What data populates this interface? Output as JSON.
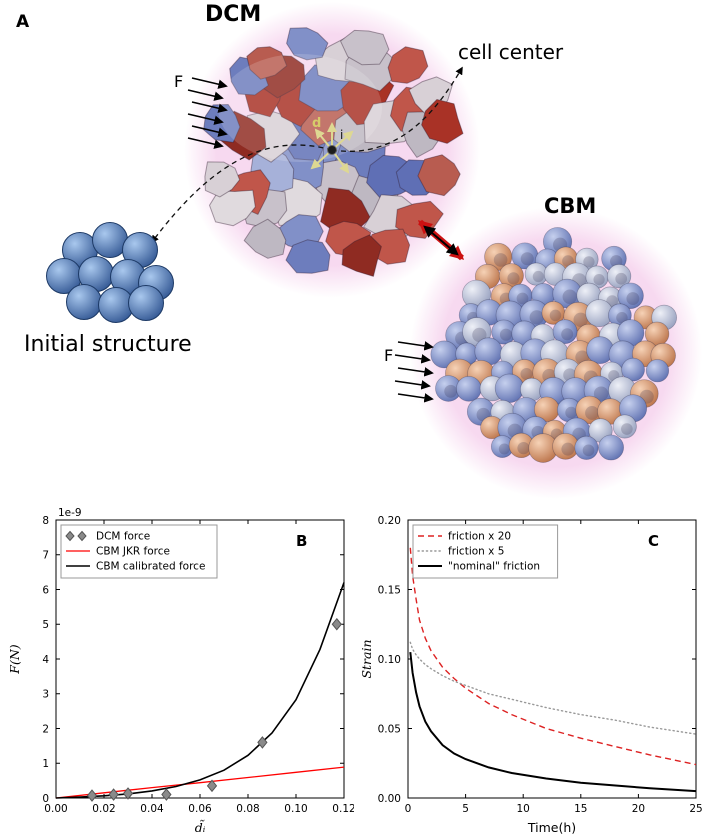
{
  "panelA": {
    "label": "A",
    "dcm_title": "DCM",
    "cbm_title": "CBM",
    "cell_center": "cell center",
    "initial_structure": "Initial structure",
    "force_dcm": "F",
    "force_cbm": "F",
    "displacement": "d",
    "cell_index": "i"
  },
  "chart_data": [
    {
      "id": "B",
      "type": "line",
      "panel_label": "B",
      "xlabel": "d̃ᵢ",
      "xlabel_italic": true,
      "ylabel": "F(N)",
      "offset_text": "1e-9",
      "xlim": [
        0,
        0.12
      ],
      "ylim": [
        0,
        8
      ],
      "xtick_vals": [
        0,
        0.02,
        0.04,
        0.06,
        0.08,
        0.1,
        0.12
      ],
      "xtick_labels": [
        "0.00",
        "0.02",
        "0.04",
        "0.06",
        "0.08",
        "0.10",
        "0.12"
      ],
      "ytick_vals": [
        0,
        1,
        2,
        3,
        4,
        5,
        6,
        7,
        8
      ],
      "ytick_labels": [
        "0",
        "1",
        "2",
        "3",
        "4",
        "5",
        "6",
        "7",
        "8"
      ],
      "legend_position": "upper-left",
      "series": [
        {
          "name": "DCM force",
          "type": "scatter",
          "marker": "diamond",
          "color": "#8a8a8a",
          "x": [
            0.015,
            0.024,
            0.03,
            0.046,
            0.065,
            0.086,
            0.117
          ],
          "y": [
            0.07,
            0.1,
            0.13,
            0.1,
            0.35,
            1.6,
            5.0
          ]
        },
        {
          "name": "CBM  JKR  force",
          "type": "line",
          "dash": "solid",
          "color": "#ff0000",
          "width": 1.3,
          "x": [
            0,
            0.02,
            0.04,
            0.06,
            0.08,
            0.1,
            0.12
          ],
          "y": [
            0,
            0.15,
            0.3,
            0.44,
            0.59,
            0.74,
            0.89
          ]
        },
        {
          "name": "CBM calibrated force",
          "type": "line",
          "dash": "solid",
          "color": "#000000",
          "width": 1.6,
          "x": [
            0,
            0.01,
            0.02,
            0.03,
            0.04,
            0.05,
            0.06,
            0.07,
            0.08,
            0.09,
            0.1,
            0.11,
            0.12
          ],
          "y": [
            0,
            0.025,
            0.063,
            0.118,
            0.205,
            0.33,
            0.52,
            0.8,
            1.23,
            1.87,
            2.83,
            4.28,
            6.2
          ]
        }
      ]
    },
    {
      "id": "C",
      "type": "line",
      "panel_label": "C",
      "xlabel": "Time(h)",
      "xlabel_italic": false,
      "ylabel": "Strain",
      "offset_text": "",
      "xlim": [
        0,
        25
      ],
      "ylim": [
        0,
        0.2
      ],
      "xtick_vals": [
        0,
        5,
        10,
        15,
        20,
        25
      ],
      "xtick_labels": [
        "0",
        "5",
        "10",
        "15",
        "20",
        "25"
      ],
      "ytick_vals": [
        0,
        0.05,
        0.1,
        0.15,
        0.2
      ],
      "ytick_labels": [
        "0.00",
        "0.05",
        "0.10",
        "0.15",
        "0.20"
      ],
      "legend_position": "upper-left",
      "series": [
        {
          "name": "friction x 20",
          "type": "line",
          "dash": "dashed",
          "color": "#dd2222",
          "width": 1.4,
          "x": [
            0.2,
            0.4,
            0.7,
            1,
            1.5,
            2,
            3,
            4,
            5,
            7,
            9,
            12,
            15,
            18,
            21,
            25
          ],
          "y": [
            0.18,
            0.16,
            0.143,
            0.128,
            0.115,
            0.106,
            0.094,
            0.086,
            0.079,
            0.068,
            0.06,
            0.05,
            0.043,
            0.037,
            0.031,
            0.024
          ]
        },
        {
          "name": "friction x 5",
          "type": "line",
          "dash": "dotted",
          "color": "#999999",
          "width": 1.4,
          "x": [
            0.2,
            0.4,
            0.7,
            1,
            1.5,
            2,
            3,
            4,
            5,
            7,
            9,
            12,
            15,
            18,
            21,
            25
          ],
          "y": [
            0.112,
            0.107,
            0.103,
            0.1,
            0.096,
            0.093,
            0.088,
            0.084,
            0.081,
            0.075,
            0.071,
            0.065,
            0.06,
            0.056,
            0.051,
            0.046
          ]
        },
        {
          "name": "\"nominal\" friction",
          "type": "line",
          "dash": "solid",
          "color": "#000000",
          "width": 2,
          "x": [
            0.2,
            0.4,
            0.7,
            1,
            1.5,
            2,
            3,
            4,
            5,
            7,
            9,
            12,
            15,
            18,
            21,
            25
          ],
          "y": [
            0.105,
            0.09,
            0.076,
            0.066,
            0.055,
            0.048,
            0.038,
            0.032,
            0.028,
            0.022,
            0.018,
            0.014,
            0.011,
            0.009,
            0.007,
            0.005
          ]
        }
      ]
    }
  ]
}
